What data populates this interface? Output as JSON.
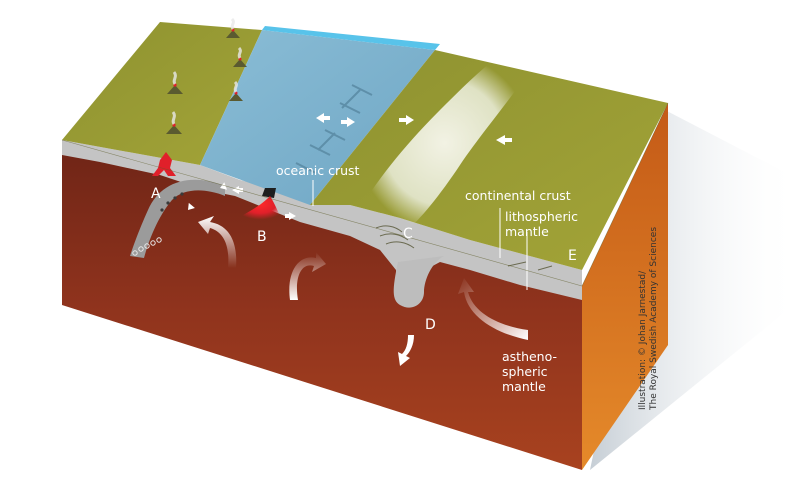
{
  "labels": {
    "oceanic_crust": "oceanic crust",
    "continental_crust": "continental crust",
    "lithospheric_mantle": [
      "lithospheric",
      "mantle"
    ],
    "asthenospheric_mantle": [
      "astheno-",
      "spheric",
      "mantle"
    ]
  },
  "markers": [
    "A",
    "B",
    "C",
    "D",
    "E"
  ],
  "credit": [
    "Illustration: © Johan Jarnestad/",
    "The Royal Swedish Academy of Sciences"
  ],
  "colors": {
    "land_top": "#9a9b2f",
    "ocean_water": "#7fb2cf",
    "ocean_edge": "#58c3ea",
    "ridge_highland": "#e4e6c9",
    "lithosphere": "#c9c9c9",
    "mantle_front": "#8c2f1b",
    "mantle_side": "#d9761e",
    "magma": "#e0202a",
    "arrow": "#ffffff"
  }
}
